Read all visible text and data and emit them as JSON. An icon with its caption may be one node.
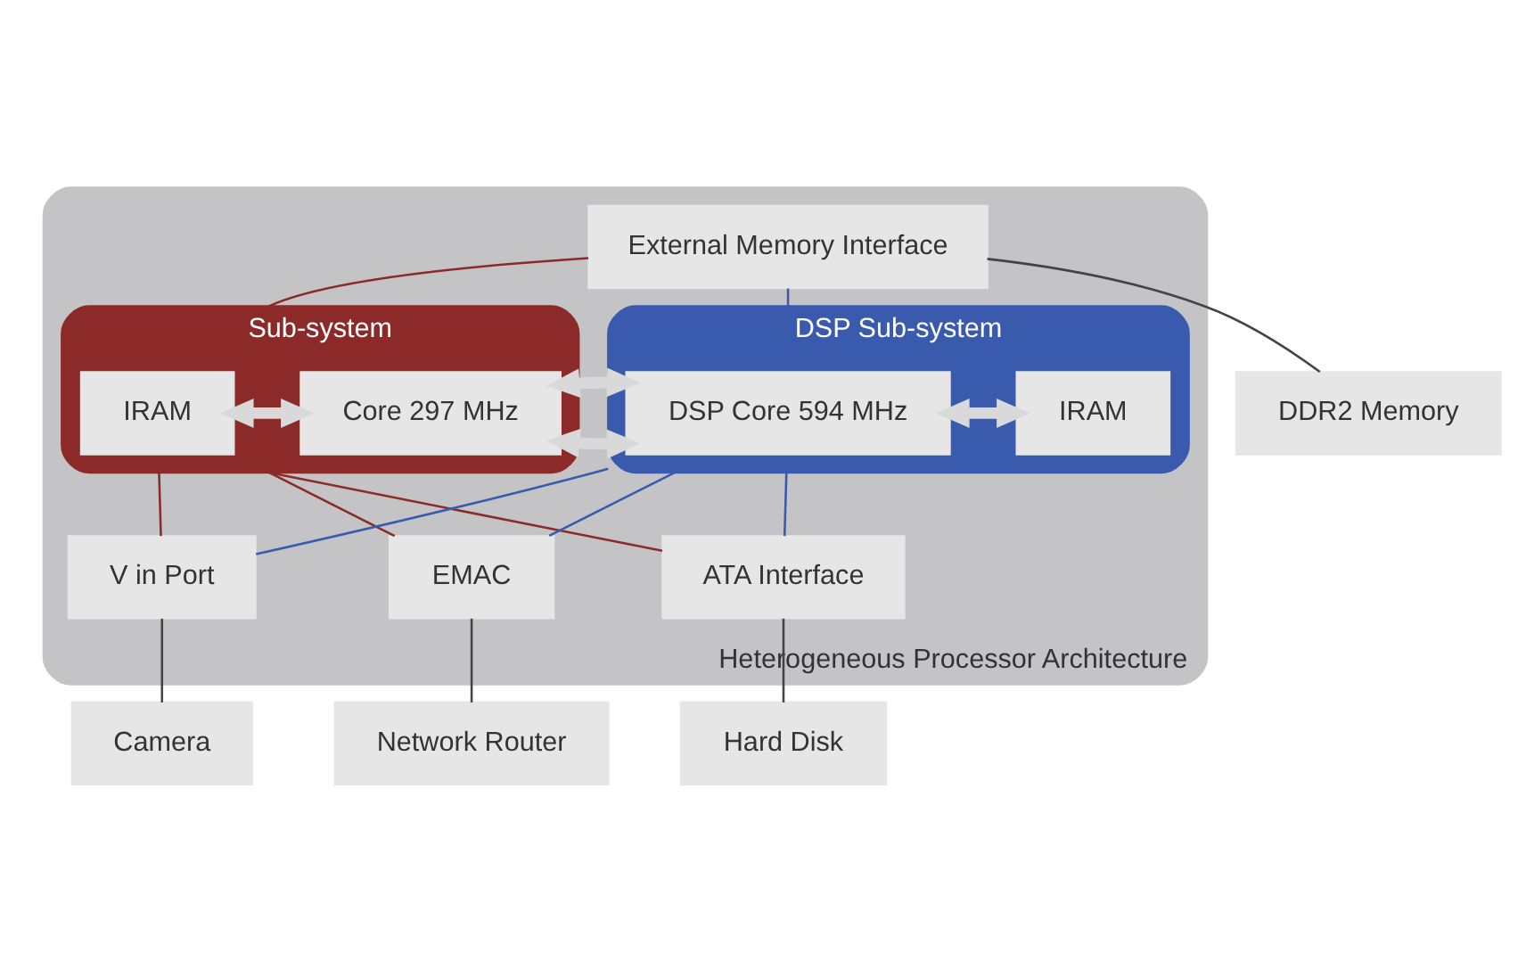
{
  "diagram": {
    "nodes": [
      {
        "text": [
          "Heterogeneous Processor Architecture"
        ]
      },
      {
        "text": [
          "External Memory Interface"
        ],
        "in": 0
      },
      {
        "text": [
          "Sub-system"
        ],
        "in": 0
      },
      {
        "text": [
          "IRAM"
        ],
        "in": 2
      },
      {
        "text": [
          "Core 297 MHz"
        ],
        "in": 2
      },
      {
        "text": [
          "DSP Sub-system"
        ],
        "in": 0
      },
      {
        "text": [
          "DSP Core 594 MHz"
        ],
        "in": 5
      },
      {
        "text": [
          "IRAM"
        ],
        "in": 5
      },
      {
        "text": [
          "V in Port"
        ],
        "in": 0
      },
      {
        "text": [
          "EMAC"
        ],
        "in": 0
      },
      {
        "text": [
          "ATA Interface"
        ],
        "in": 0
      },
      {
        "text": [
          "DDR2 Memory"
        ]
      },
      {
        "text": [
          "Hard Disk"
        ]
      },
      {
        "text": [
          "Camera"
        ]
      },
      {
        "text": [
          "Network Router"
        ]
      }
    ],
    "edges": [
      {
        "from": 1,
        "to": 2,
        "arrow": "none",
        "color": "#8c2a2a"
      },
      {
        "from": 1,
        "to": 5,
        "arrow": "none",
        "color": "#3a5aae"
      },
      {
        "from": 3,
        "to": 4,
        "arrow": "both",
        "style": "thick",
        "color": "#d9d9d9"
      },
      {
        "from": 4,
        "to": 6,
        "arrow": "both",
        "style": "thick",
        "color": "#d9d9d9"
      },
      {
        "from": 6,
        "to": 7,
        "arrow": "both",
        "style": "thick",
        "color": "#d9d9d9"
      },
      {
        "from": 2,
        "to": 8,
        "arrow": "none",
        "color": "#8c2a2a"
      },
      {
        "from": 2,
        "to": 9,
        "arrow": "none",
        "color": "#8c2a2a"
      },
      {
        "from": 2,
        "to": 10,
        "arrow": "none",
        "color": "#8c2a2a"
      },
      {
        "from": 5,
        "to": 8,
        "arrow": "none",
        "color": "#3a5aae"
      },
      {
        "from": 5,
        "to": 9,
        "arrow": "none",
        "color": "#3a5aae"
      },
      {
        "from": 5,
        "to": 10,
        "arrow": "none",
        "color": "#3a5aae"
      },
      {
        "from": 1,
        "to": 11,
        "arrow": "none"
      },
      {
        "from": 10,
        "to": 12,
        "arrow": "none"
      },
      {
        "from": 8,
        "to": 13,
        "arrow": "none"
      },
      {
        "from": 9,
        "to": 14,
        "arrow": "none"
      }
    ]
  }
}
